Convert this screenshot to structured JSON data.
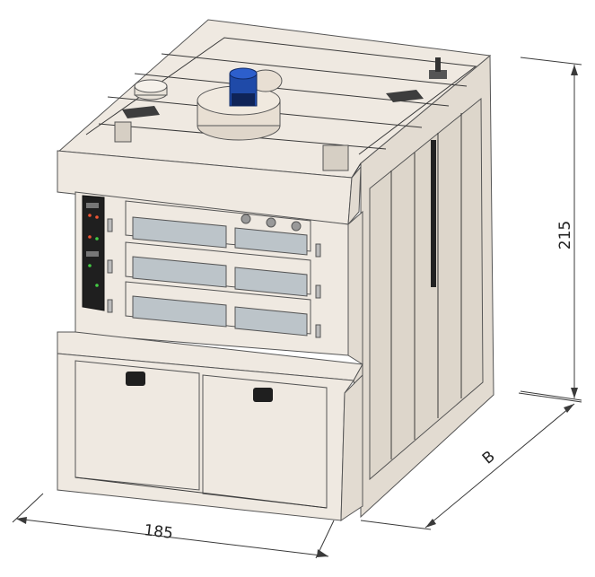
{
  "dimensions": {
    "width_label": "185",
    "height_label": "215",
    "depth_label": "B"
  },
  "colors": {
    "body": "#efe9e1",
    "side": "#e2dbd1",
    "glass": "#bcc4c9",
    "motor": "#1f4aa8",
    "control_panel": "#1f1f1f"
  },
  "icons": [
    "fan-motor-icon",
    "vent-grille-icon",
    "chimney-icon",
    "control-panel-icon",
    "door-handle-icon"
  ]
}
